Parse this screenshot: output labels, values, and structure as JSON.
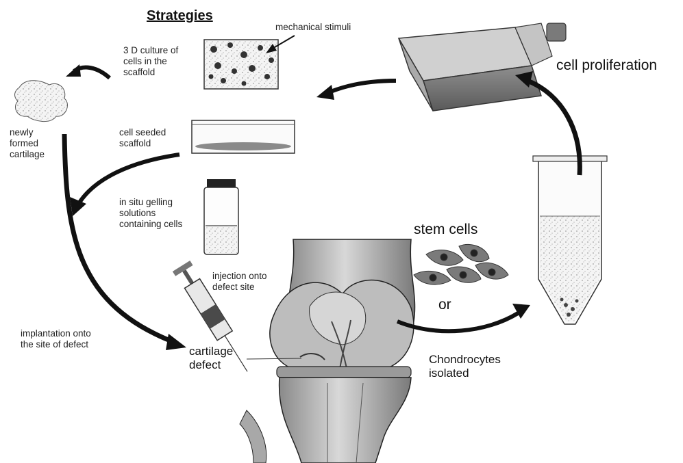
{
  "labels": {
    "title": "Strategies",
    "mechanical_stimuli": "mechanical stimuli",
    "culture_3d": "3 D culture of\ncells in the\nscaffold",
    "newly_formed": "newly\nformed\ncartilage",
    "cell_seeded": "cell seeded\nscaffold",
    "in_situ": "in situ gelling\nsolutions\ncontaining cells",
    "injection": "injection onto\ndefect site",
    "implantation": "implantation onto\nthe site of defect",
    "cartilage_defect": "cartilage\ndefect",
    "stem_cells": "stem cells",
    "or": "or",
    "chondrocytes": "Chondrocytes\nisolated",
    "cell_proliferation": "cell proliferation"
  }
}
